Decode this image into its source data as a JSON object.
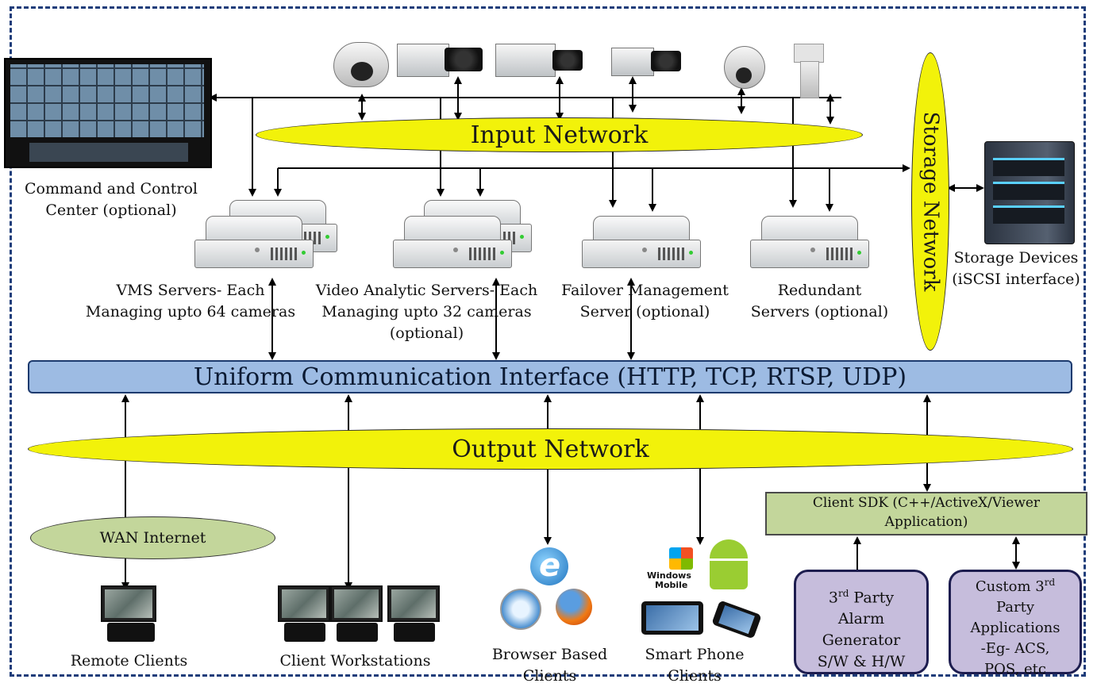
{
  "networks": {
    "input": "Input Network",
    "output": "Output Network",
    "storage": "Storage Network",
    "wan": "WAN Internet"
  },
  "interface_bar": "Uniform Communication Interface (HTTP, TCP, RTSP, UDP)",
  "command_center": {
    "line1": "Command and Control",
    "line2": "Center (optional)"
  },
  "storage_devices": {
    "line1": "Storage Devices",
    "line2": "(iSCSI interface)"
  },
  "servers": {
    "vms": {
      "line1": "VMS Servers- Each",
      "line2": "Managing upto 64 cameras"
    },
    "analytic": {
      "line1": "Video Analytic Servers- Each",
      "line2": "Managing upto 32 cameras",
      "line3": "(optional)"
    },
    "failover": {
      "line1": "Failover Management",
      "line2": "Server (optional)"
    },
    "redundant": {
      "line1": "Redundant",
      "line2": "Servers (optional)"
    }
  },
  "client_sdk": {
    "line1": "Client SDK (C++/ActiveX/Viewer",
    "line2": "Application)"
  },
  "alarm_generator": {
    "line1": "3",
    "sup": "rd",
    "line1b": " Party",
    "line2": "Alarm",
    "line3": "Generator",
    "line4": "S/W & H/W"
  },
  "custom_apps": {
    "line1": "Custom 3",
    "sup": "rd",
    "line2": "Party",
    "line3": "Applications",
    "line4": "-Eg- ACS,",
    "line5": "POS, etc"
  },
  "clients": {
    "remote": "Remote Clients",
    "workstations": "Client Workstations",
    "browser": {
      "line1": "Browser Based",
      "line2": "Clients"
    },
    "smartphone": {
      "line1": "Smart Phone",
      "line2": "Clients"
    }
  },
  "windows_mobile": {
    "line1": "Windows",
    "line2": "Mobile"
  },
  "browser_icons": [
    "internet-explorer-icon",
    "safari-icon",
    "firefox-icon"
  ],
  "colors": {
    "network_yellow": "#f2f20a",
    "interface_blue": "#9dbbe3",
    "sdk_green": "#c3d69b",
    "app_purple": "#c6bddc",
    "frame_blue": "#1f3d7a"
  }
}
